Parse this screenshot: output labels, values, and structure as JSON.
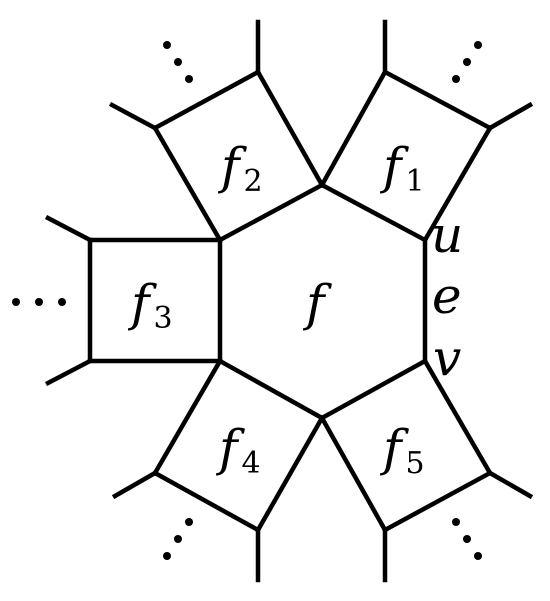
{
  "labels": {
    "center": "f",
    "f1": {
      "base": "f",
      "sub": "1"
    },
    "f2": {
      "base": "f",
      "sub": "2"
    },
    "f3": {
      "base": "f",
      "sub": "3"
    },
    "f4": {
      "base": "f",
      "sub": "4"
    },
    "f5": {
      "base": "f",
      "sub": "5"
    },
    "u": "u",
    "e": "e",
    "v": "v"
  },
  "colors": {
    "stroke": "#000000",
    "background": "#ffffff"
  }
}
